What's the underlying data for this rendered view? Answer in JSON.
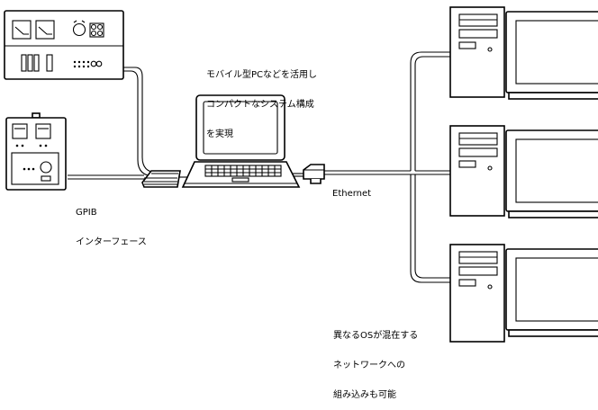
{
  "labels": {
    "mobile_pc_line1": "モバイル型PCなどを活用し",
    "mobile_pc_line2": "コンパクトなシステム構成",
    "mobile_pc_line3": "を実現",
    "gpib_line1": "GPIB",
    "gpib_line2": "インターフェース",
    "ethernet": "Ethernet",
    "os_line1": "異なるOSが混在する",
    "os_line2": "ネットワークへの",
    "os_line3": "組み込みも可能"
  }
}
